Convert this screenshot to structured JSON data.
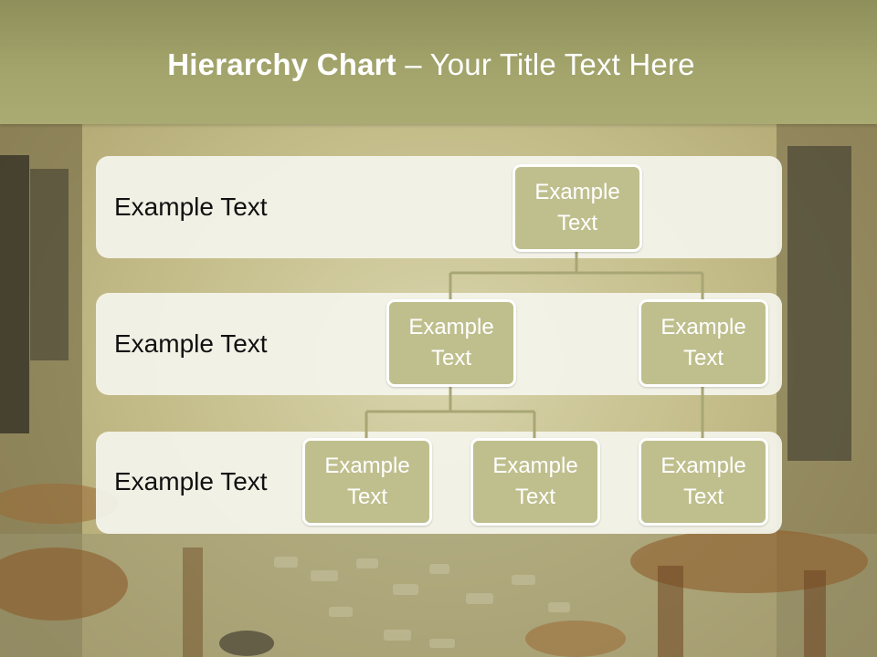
{
  "slide": {
    "title_bold": "Hierarchy Chart",
    "title_rest": " – Your Title Text Here"
  },
  "levels": [
    {
      "label": "Example Text"
    },
    {
      "label": "Example Text"
    },
    {
      "label": "Example Text"
    }
  ],
  "nodes": {
    "root": {
      "text": "Example Text"
    },
    "level2_left": {
      "text": "Example Text"
    },
    "level2_right": {
      "text": "Example Text"
    },
    "level3_a": {
      "text": "Example Text"
    },
    "level3_b": {
      "text": "Example Text"
    },
    "level3_c": {
      "text": "Example Text"
    }
  },
  "colors": {
    "header": "#a2a46b",
    "node_fill": "#bfbf8e",
    "node_border": "#ffffff",
    "band_fill": "#f4f4ec",
    "connector": "#a8a675"
  }
}
